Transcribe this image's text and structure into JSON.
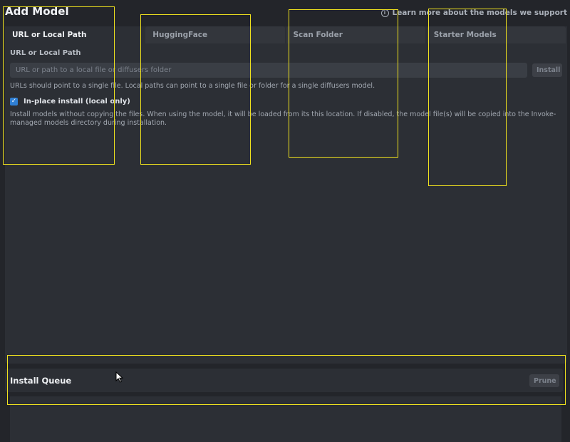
{
  "header": {
    "title": "Add Model",
    "learn_more": "Learn more about the models we support",
    "info_icon": "info-icon"
  },
  "tabs": [
    {
      "label": "URL or Local Path",
      "active": true
    },
    {
      "label": "HuggingFace",
      "active": false
    },
    {
      "label": "Scan Folder",
      "active": false
    },
    {
      "label": "Starter Models",
      "active": false
    }
  ],
  "url_form": {
    "label": "URL or Local Path",
    "placeholder": "URL or path to a local file or diffusers folder",
    "value": "",
    "install_label": "Install",
    "hint": "URLs should point to a single file. Local paths can point to a single file or folder for a single diffusers model.",
    "inplace_checked": true,
    "inplace_label": "In-place install (local only)",
    "inplace_description": "Install models without copying the files. When using the model, it will be loaded from its this location. If disabled, the model file(s) will be copied into the Invoke-managed models directory during installation."
  },
  "queue": {
    "title": "Install Queue",
    "prune_label": "Prune"
  },
  "colors": {
    "accent": "#2f7fd4",
    "highlight": "#f0e21e",
    "background": "#23252a",
    "panel": "#2c2f35"
  }
}
